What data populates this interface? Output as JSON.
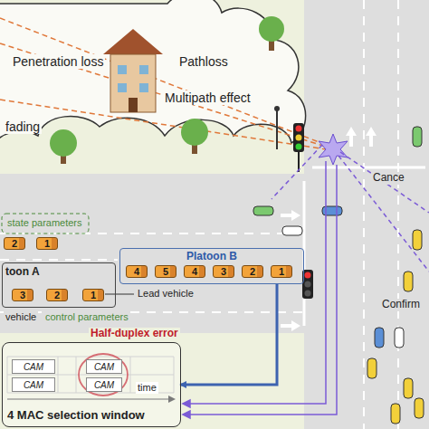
{
  "diagram": {
    "nodes": [
      {
        "text": [
          "2"
        ]
      },
      {
        "text": [
          "1"
        ]
      },
      {
        "text": [
          "Platoon B"
        ]
      },
      {
        "text": [
          "4"
        ],
        "in": 2
      },
      {
        "text": [
          "5"
        ],
        "in": 2
      },
      {
        "text": [
          "4"
        ],
        "in": 2
      },
      {
        "text": [
          "3"
        ],
        "in": 2
      },
      {
        "text": [
          "2"
        ],
        "in": 2
      },
      {
        "text": [
          "1"
        ],
        "in": 2
      },
      {
        "text": [
          "toon A"
        ]
      },
      {
        "text": [
          "3"
        ],
        "in": 9
      },
      {
        "text": [
          "2"
        ],
        "in": 9
      },
      {
        "text": [
          "1"
        ],
        "in": 9
      },
      {
        "text": [
          "4 MAC selection window"
        ]
      },
      {
        "text": [
          "CAM"
        ],
        "in": 13
      },
      {
        "text": [
          "CAM"
        ],
        "in": 13
      },
      {
        "text": [
          "CAM"
        ],
        "in": 13
      },
      {
        "text": [
          "CAM"
        ],
        "in": 13
      }
    ],
    "edges": [
      {
        "from": 2,
        "to": 13,
        "arrow": "to"
      }
    ],
    "labels": [
      "Penetration loss",
      "Pathloss",
      "Multipath effect",
      "fading",
      "state parameters",
      "vehicle",
      "Lead vehicle",
      "control parameters",
      "Half-duplex error",
      "time",
      "Cance",
      "Confirm"
    ]
  }
}
